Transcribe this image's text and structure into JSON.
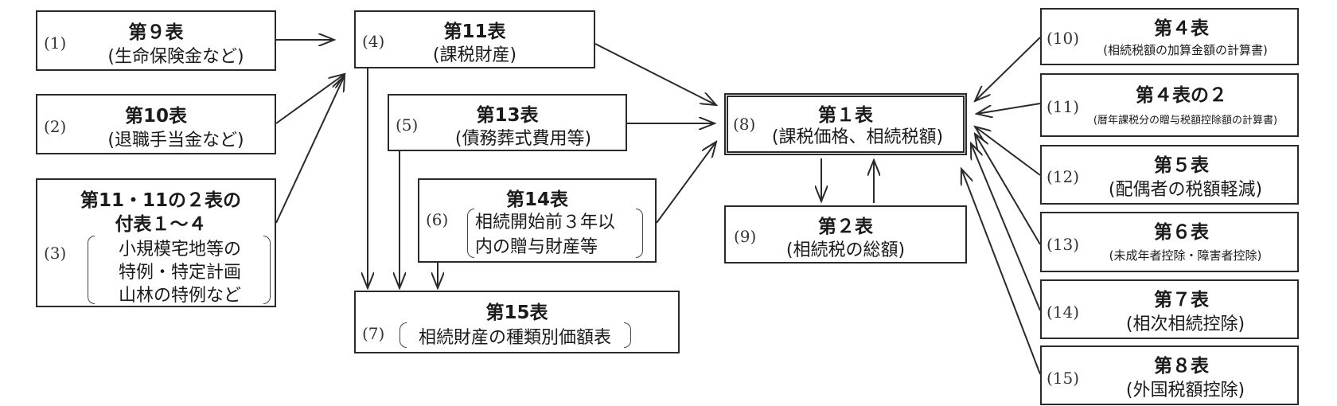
{
  "boxes": {
    "b1": {
      "num": "(1)",
      "title": "第９表",
      "sub": "(生命保険金など)"
    },
    "b2": {
      "num": "(2)",
      "title": "第10表",
      "sub": "(退職手当金など)"
    },
    "b3": {
      "num": "(3)",
      "title_line1": "第11・11の２表の",
      "title_line2": "付表１～４",
      "lines": [
        "小規模宅地等の",
        "特例・特定計画",
        "山林の特例など"
      ]
    },
    "b4": {
      "num": "(4)",
      "title": "第11表",
      "sub": "(課税財産)"
    },
    "b5": {
      "num": "(5)",
      "title": "第13表",
      "sub": "(債務葬式費用等)"
    },
    "b6": {
      "num": "(6)",
      "title": "第14表",
      "lines": [
        "相続開始前３年以",
        "内の贈与財産等"
      ]
    },
    "b7": {
      "num": "(7)",
      "title": "第15表",
      "sub": "相続財産の種類別価額表"
    },
    "b8": {
      "num": "(8)",
      "title": "第１表",
      "sub": "(課税価格、相続税額)"
    },
    "b9": {
      "num": "(9)",
      "title": "第２表",
      "sub": "(相続税の総額)"
    },
    "b10": {
      "num": "(10)",
      "title": "第４表",
      "sub": "(相続税額の加算金額の計算書)"
    },
    "b11": {
      "num": "(11)",
      "title": "第４表の２",
      "sub": "(暦年課税分の贈与税額控除額の計算書)"
    },
    "b12": {
      "num": "(12)",
      "title": "第５表",
      "sub": "(配偶者の税額軽減)"
    },
    "b13": {
      "num": "(13)",
      "title": "第６表",
      "sub": "(未成年者控除・障害者控除)"
    },
    "b14": {
      "num": "(14)",
      "title": "第７表",
      "sub": "(相次相続控除)"
    },
    "b15": {
      "num": "(15)",
      "title": "第８表",
      "sub": "(外国税額控除)"
    }
  }
}
